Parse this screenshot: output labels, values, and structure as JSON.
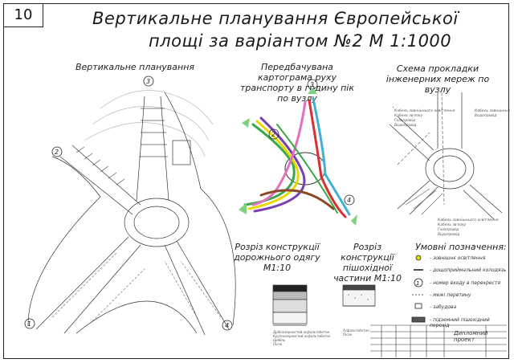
{
  "sheet": {
    "number": "10",
    "title_line1": "Вертикальне планування Європейської",
    "title_line2": "площі за варіантом №2   М 1:1000"
  },
  "sections": {
    "vertical_planning": "Вертикальне планування",
    "traffic_cartogram": "Передбачувана картограма руху транспорту в годину пік по вузлу",
    "engineering_networks": "Схема прокладки інженерних мереж по вузлу",
    "road_section": "Розріз конструкції дорожнього одягу М1:10",
    "sidewalk_section": "Розріз конструкції пішохідної частини М1:10"
  },
  "entries": [
    "1",
    "2",
    "3",
    "4"
  ],
  "legend": {
    "title": "Умовні позначення:",
    "items": [
      "- зовнішнє освітлення",
      "- дощоприймальний колодязь",
      "- номер входу в перехрестя",
      "- межі перетину",
      "- забудова",
      "- підземний пішохідний перехід"
    ]
  },
  "stamp": {
    "title": "Дипломний проект"
  },
  "colors": {
    "line": "#222222",
    "green": "#3aa84a",
    "yellow": "#e8d800",
    "purple": "#7a3fb0",
    "brown": "#8a4a2a",
    "red": "#d83030",
    "cyan": "#40b0d8",
    "pink": "#e070c0"
  }
}
